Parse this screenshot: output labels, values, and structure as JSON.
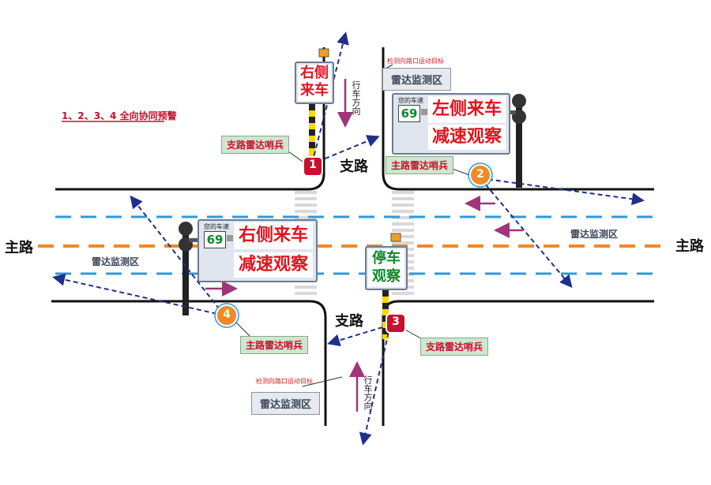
{
  "legend": {
    "title": "1、2、3、4 全向协同预警"
  },
  "roads": {
    "main_left": "主路",
    "main_right": "主路",
    "branch_top": "支路",
    "branch_bottom": "支路"
  },
  "radar_zone_labels": {
    "left": "雷达监测区",
    "right": "雷达监测区"
  },
  "top_branch": {
    "detect_note": "检测向路口运动目标",
    "radar_zone": "雷达监测区",
    "direction": "行车方向",
    "sign_line1": "右侧",
    "sign_line2": "来车",
    "callout": "支路雷达哨兵",
    "node": "1"
  },
  "right_main_sign": {
    "speed_caption": "您的车速",
    "speed": "69",
    "line1": "左侧来车",
    "line2": "减速观察",
    "callout": "主路雷达哨兵",
    "node": "2"
  },
  "left_main_sign": {
    "speed_caption": "您的车速",
    "speed": "69",
    "line1": "右侧来车",
    "line2": "减速观察",
    "callout": "主路雷达哨兵",
    "node": "4"
  },
  "bottom_branch": {
    "sign_line1": "停车",
    "sign_line2": "观察",
    "callout": "支路雷达哨兵",
    "node": "3",
    "detect_note": "检测向路口运动目标",
    "radar_zone": "雷达监测区",
    "direction": "行车方向"
  },
  "colors": {
    "lane_blue": "#2a9be0",
    "lane_orange": "#f08a24",
    "radar_arrow": "#1f2f8a",
    "vehicle_arrow": "#a0357a",
    "sign_red": "#e0141e",
    "sign_green": "#0a8a2a",
    "node_red": "#c8102e",
    "node_orange": "#f08a24"
  }
}
